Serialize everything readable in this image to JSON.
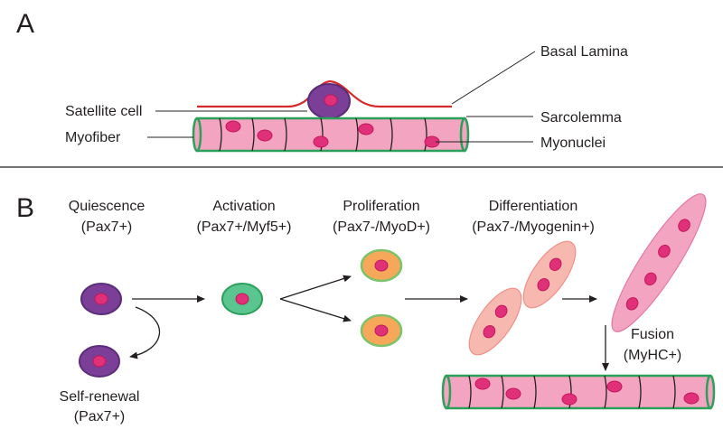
{
  "panel_a": {
    "letter": "A",
    "labels": {
      "basal_lamina": "Basal Lamina",
      "satellite_cell": "Satellite cell",
      "sarcolemma": "Sarcolemma",
      "myofiber": "Myofiber",
      "myonuclei": "Myonuclei"
    }
  },
  "panel_b": {
    "letter": "B",
    "stages": [
      {
        "name": "Quiescence",
        "marker": "(Pax7+)"
      },
      {
        "name": "Activation",
        "marker": "(Pax7+/Myf5+)"
      },
      {
        "name": "Proliferation",
        "marker": "(Pax7-/MyoD+)"
      },
      {
        "name": "Differentiation",
        "marker": "(Pax7-/Myogenin+)"
      }
    ],
    "fusion": {
      "name": "Fusion",
      "marker": "(MyHC+)"
    },
    "self_renewal": {
      "name": "Self-renewal",
      "marker": "(Pax7+)"
    }
  },
  "colors": {
    "quiescent_cell": "#7b3f98",
    "activated_cell": "#5bc58f",
    "proliferating_cell": "#f6a85a",
    "nucleus": "#e0307a",
    "myofiber": "#f2a4c0",
    "sarcolemma": "#2aa05a",
    "basal_lamina": "#d42a2a"
  }
}
